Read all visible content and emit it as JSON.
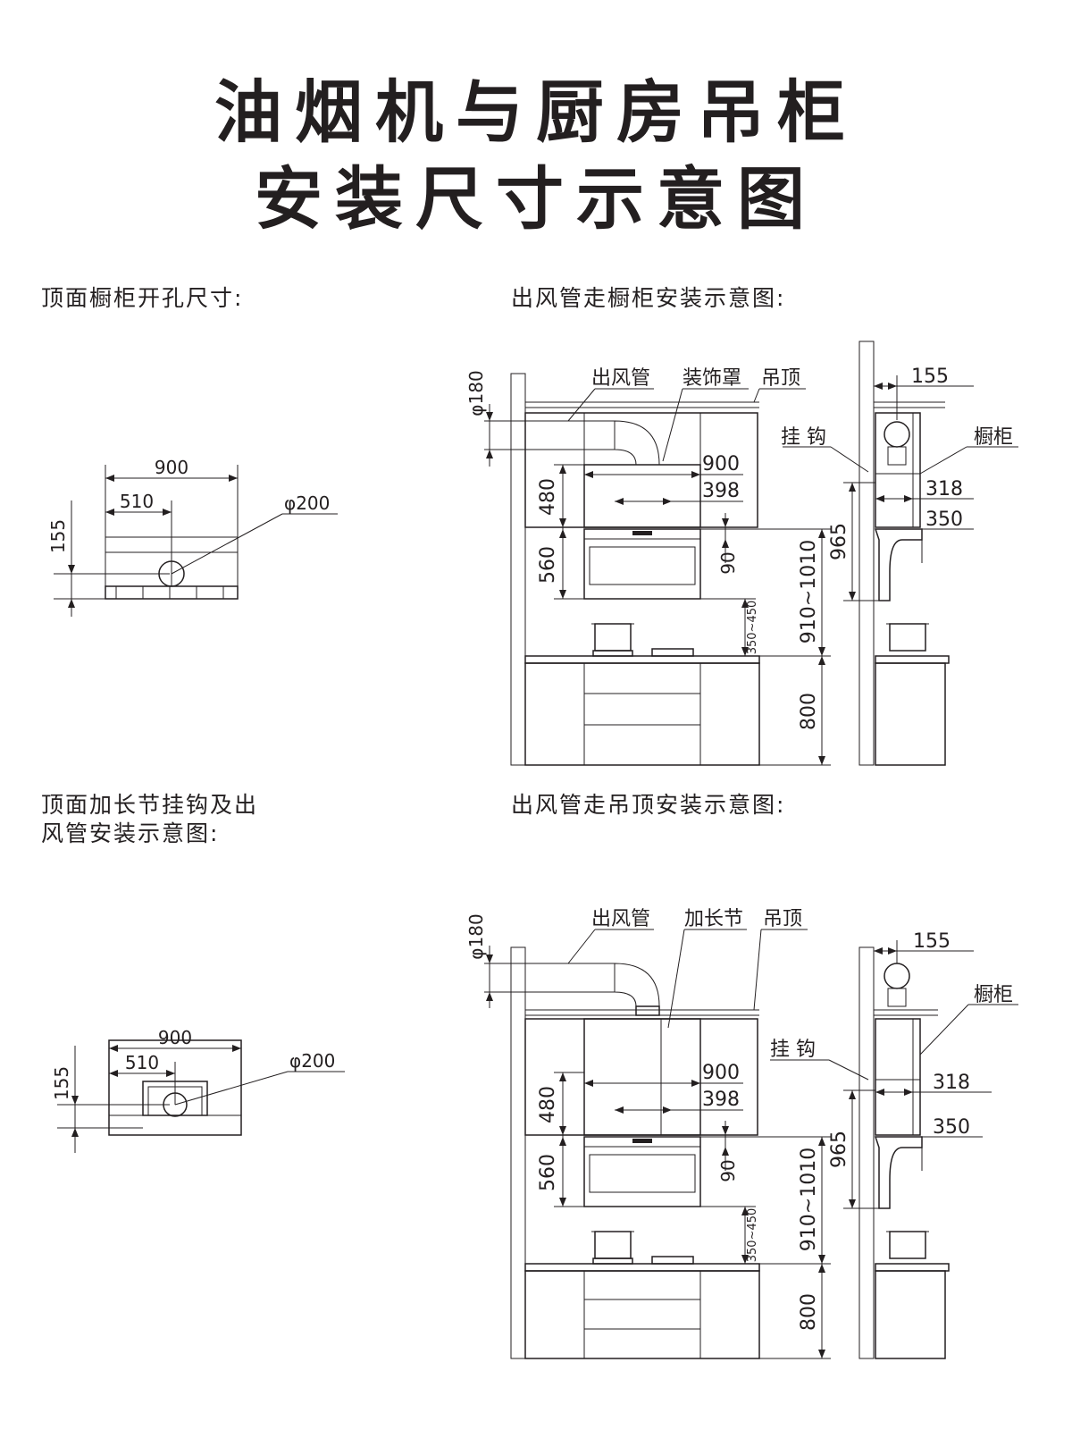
{
  "title": {
    "line1": "油烟机与厨房吊柜",
    "line2": "安装尺寸示意图"
  },
  "sections": {
    "top_left": "顶面橱柜开孔尺寸:",
    "top_right": "出风管走橱柜安装示意图:",
    "bottom_left_line1": "顶面加长节挂钩及出",
    "bottom_left_line2": "风管安装示意图:",
    "bottom_right": "出风管走吊顶安装示意图:"
  },
  "hole_diagram_1": {
    "width": "900",
    "offset": "510",
    "depth": "155",
    "diameter": "φ200"
  },
  "hole_diagram_2": {
    "width": "900",
    "offset": "510",
    "depth": "155",
    "diameter": "φ200"
  },
  "front_view_1": {
    "duct_diameter": "φ180",
    "label_duct": "出风管",
    "label_cover": "装饰罩",
    "label_ceiling": "吊顶",
    "dim_width": "900",
    "dim_inner": "398",
    "dim_cabinet_height": "480",
    "dim_hood_height": "560",
    "dim_gap": "90",
    "dim_stove_gap": "350~450",
    "dim_hood_to_counter": "910~1010",
    "dim_counter": "800"
  },
  "side_view_1": {
    "dim_depth": "155",
    "label_hook": "挂 钩",
    "label_cabinet": "橱柜",
    "dim_318": "318",
    "dim_350": "350",
    "dim_965": "965"
  },
  "front_view_2": {
    "duct_diameter": "φ180",
    "label_duct": "出风管",
    "label_extension": "加长节",
    "label_ceiling": "吊顶",
    "dim_width": "900",
    "dim_inner": "398",
    "dim_cabinet_height": "480",
    "dim_hood_height": "560",
    "dim_gap": "90",
    "dim_stove_gap": "350~450",
    "dim_hood_to_counter": "910~1010",
    "dim_counter": "800"
  },
  "side_view_2": {
    "dim_depth": "155",
    "label_hook": "挂 钩",
    "label_cabinet": "橱柜",
    "dim_318": "318",
    "dim_350": "350",
    "dim_965": "965"
  }
}
